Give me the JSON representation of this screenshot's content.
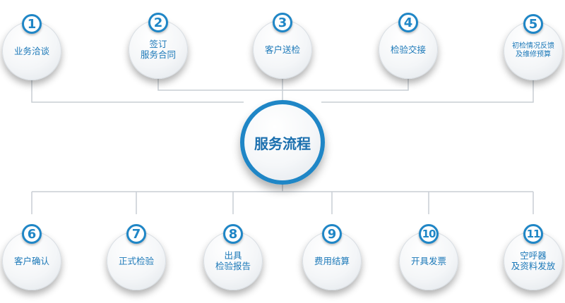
{
  "center": {
    "title": "服务流程"
  },
  "top_steps": [
    {
      "number": "1",
      "label": "业务洽谈"
    },
    {
      "number": "2",
      "label": "签订\n服务合同"
    },
    {
      "number": "3",
      "label": "客户送检"
    },
    {
      "number": "4",
      "label": "检验交接"
    },
    {
      "number": "5",
      "label": "初检情况反馈\n及维修预算"
    }
  ],
  "bottom_steps": [
    {
      "number": "6",
      "label": "客户确认"
    },
    {
      "number": "7",
      "label": "正式检验"
    },
    {
      "number": "8",
      "label": "出具\n检验报告"
    },
    {
      "number": "9",
      "label": "费用结算"
    },
    {
      "number": "10",
      "label": "开具发票"
    },
    {
      "number": "11",
      "label": "空呼器\n及资料发放"
    }
  ],
  "colors": {
    "accent": "#1f86c6",
    "text": "#1b78b8",
    "connector": "#c8ced4"
  }
}
